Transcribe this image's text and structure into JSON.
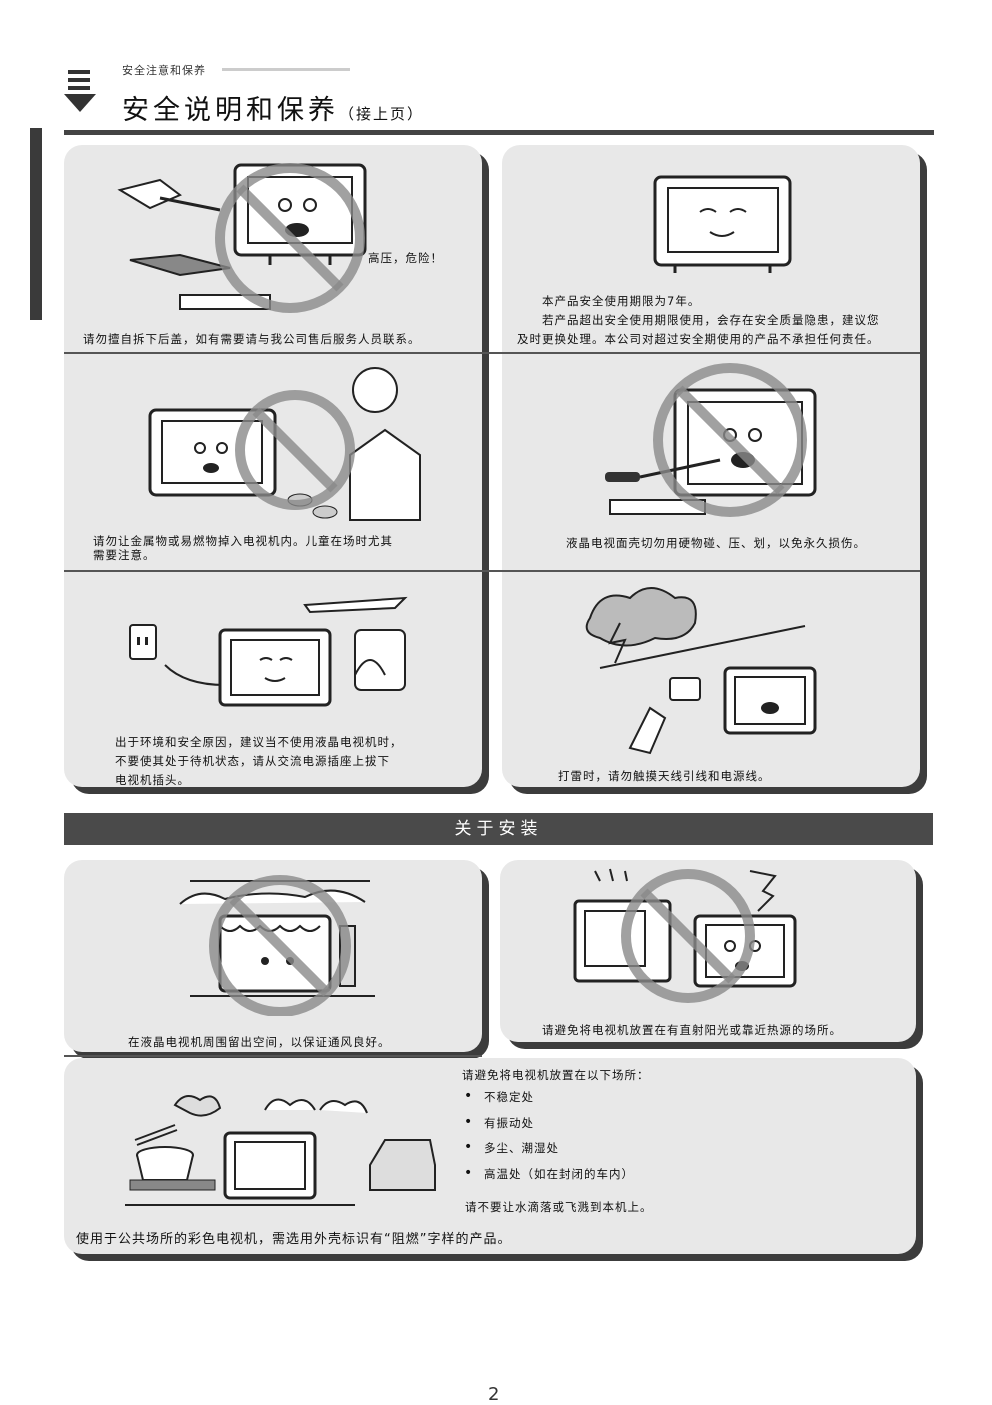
{
  "header": {
    "breadcrumb": "安全注意和保养",
    "title": "安全说明和保养",
    "title_suffix": "（接上页）"
  },
  "safety": {
    "p1_warning": "高压，危险！",
    "p1_caption": "请勿擅自拆下后盖，如有需要请与我公司售后服务人员联系。",
    "p2_line1": "本产品安全使用期限为7年。",
    "p2_line2": "若产品超出安全使用期限使用，会存在安全质量隐患，建议您",
    "p2_line3": "及时更换处理。本公司对超过安全期使用的产品不承担任何责任。",
    "p3_line1": "请勿让金属物或易燃物掉入电视机内。儿童在场时尤其",
    "p3_line2": "需要注意。",
    "p4_caption": "液晶电视面壳切勿用硬物碰、压、划，以免永久损伤。",
    "p5_line1": "出于环境和安全原因，建议当不使用液晶电视机时，",
    "p5_line2": "不要使其处于待机状态，请从交流电源插座上拔下",
    "p5_line3": "电视机插头。",
    "p6_caption": "打雷时，请勿触摸天线引线和电源线。"
  },
  "install": {
    "section_title": "关于安装",
    "p7_caption": "在液晶电视机周围留出空间，以保证通风良好。",
    "p8_caption": "请避免将电视机放置在有直射阳光或靠近热源的场所。",
    "p9_intro": "请避免将电视机放置在以下场所：",
    "p9_items": [
      "不稳定处",
      "有振动处",
      "多尘、潮湿处",
      "高温处（如在封闭的车内）"
    ],
    "p9_water": "请不要让水滴落或飞溅到本机上。",
    "p9_public": "使用于公共场所的彩色电视机，需选用外壳标识有“阻燃”字样的产品。"
  },
  "footer": {
    "page_number": "2"
  }
}
